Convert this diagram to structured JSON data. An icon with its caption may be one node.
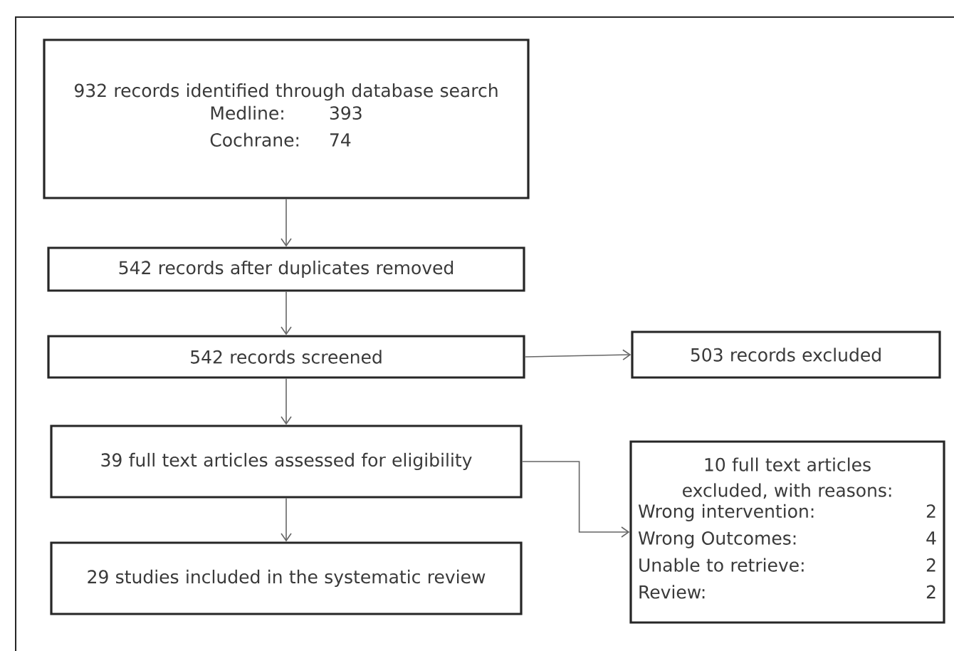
{
  "diagram": {
    "nodes": [
      {
        "text": [
          "932 records identified through database search",
          "Medline:",
          "393",
          "Cochrane:",
          "74"
        ]
      },
      {
        "text": [
          "542 records after duplicates removed"
        ]
      },
      {
        "text": [
          "542 records screened"
        ]
      },
      {
        "text": [
          "503 records excluded"
        ]
      },
      {
        "text": [
          "39 full text articles assessed for eligibility"
        ]
      },
      {
        "text": [
          "29 studies included in the systematic review"
        ]
      },
      {
        "text": [
          "10 full text articles excluded, with reasons:",
          "Wrong intervention:",
          "2",
          "Wrong Outcomes:",
          "4",
          "Unable to retrieve:",
          "2",
          "Review:",
          "2"
        ]
      }
    ],
    "edges": [
      {
        "from": 0,
        "to": 1,
        "arrow": "to"
      },
      {
        "from": 1,
        "to": 2,
        "arrow": "to"
      },
      {
        "from": 2,
        "to": 3,
        "arrow": "to"
      },
      {
        "from": 2,
        "to": 4,
        "arrow": "to"
      },
      {
        "from": 4,
        "to": 5,
        "arrow": "to"
      },
      {
        "from": 4,
        "to": 6,
        "arrow": "to"
      }
    ]
  }
}
